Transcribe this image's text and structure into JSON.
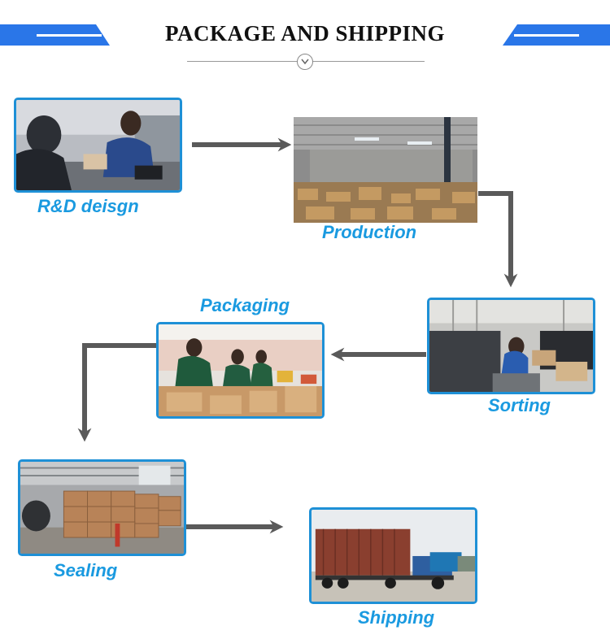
{
  "header": {
    "title": "PACKAGE AND SHIPPING",
    "accent_color": "#2a76e8",
    "divider_icon": "chevron-down-icon"
  },
  "steps": [
    {
      "label": "R&D deisgn",
      "photo": "workers-at-bench-photo"
    },
    {
      "label": "Production",
      "photo": "warehouse-production-photo"
    },
    {
      "label": "Sorting",
      "photo": "sorting-parts-photo"
    },
    {
      "label": "Packaging",
      "photo": "packaging-workers-photo"
    },
    {
      "label": "Sealing",
      "photo": "sealed-cartons-photo"
    },
    {
      "label": "Shipping",
      "photo": "container-truck-photo"
    }
  ],
  "colors": {
    "label": "#1a9ae0",
    "frame": "#1e90d6",
    "arrow": "#5a5a5a"
  }
}
